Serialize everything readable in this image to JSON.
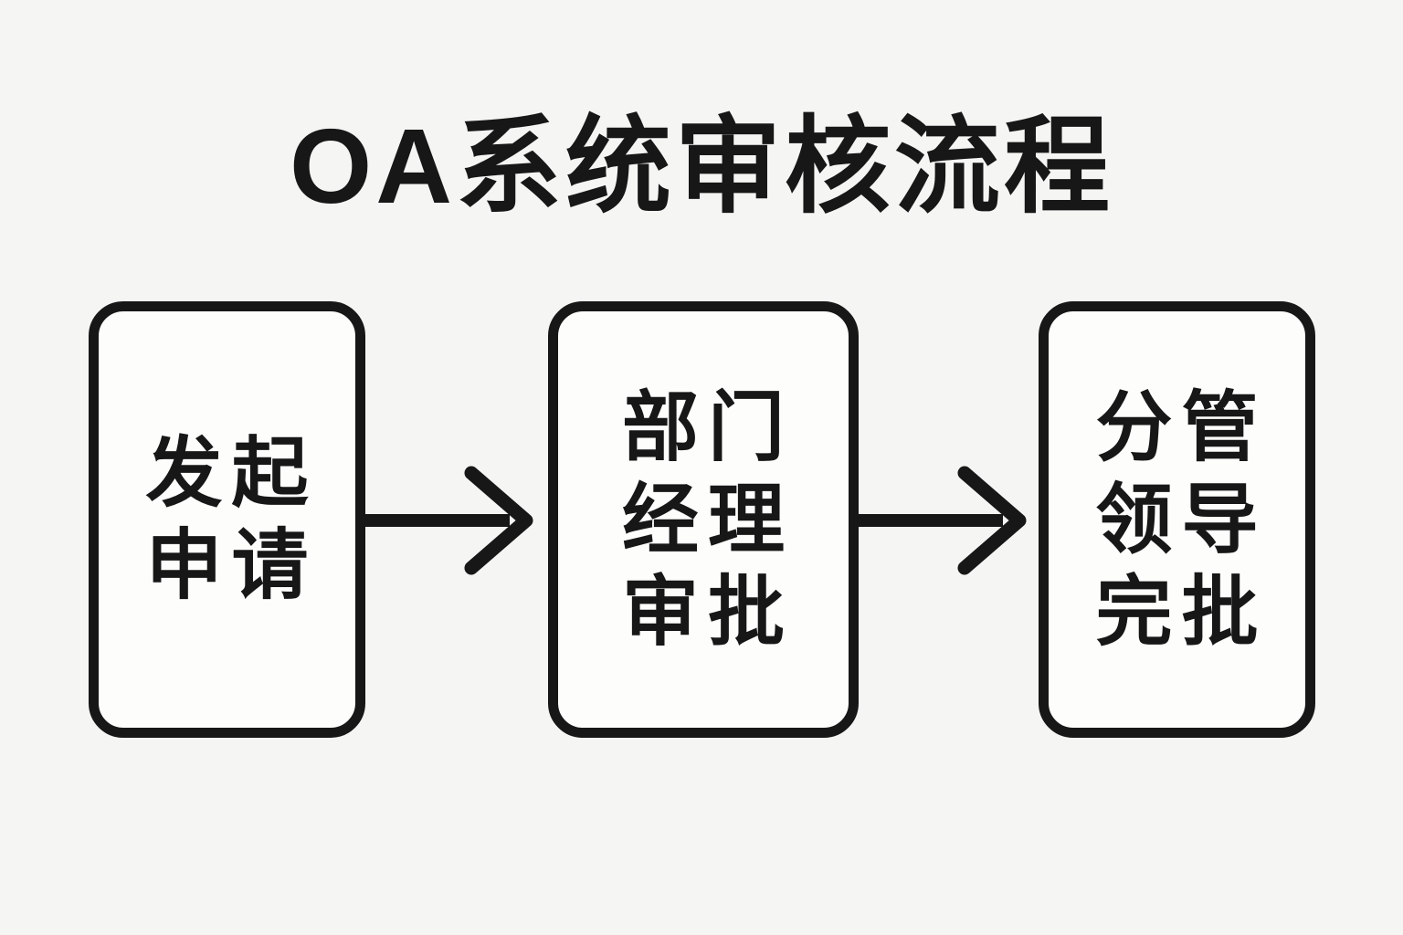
{
  "title": "OA系统审核流程",
  "colors": {
    "background": "#f5f5f3",
    "box_fill": "#fdfdfb",
    "stroke": "#171717"
  },
  "flow": {
    "nodes": [
      {
        "id": "initiate-request",
        "label": "发起申请",
        "lines": [
          "发起",
          "申请"
        ]
      },
      {
        "id": "dept-manager-approval",
        "label": "部门经理审批",
        "lines": [
          "部门",
          "经理",
          "审批"
        ]
      },
      {
        "id": "leader-final-approval",
        "label": "分管领导完批",
        "lines": [
          "分管",
          "领导",
          "完批"
        ]
      }
    ],
    "connectors": [
      {
        "from": "initiate-request",
        "to": "dept-manager-approval",
        "type": "arrow-right"
      },
      {
        "from": "dept-manager-approval",
        "to": "leader-final-approval",
        "type": "arrow-right"
      }
    ]
  }
}
